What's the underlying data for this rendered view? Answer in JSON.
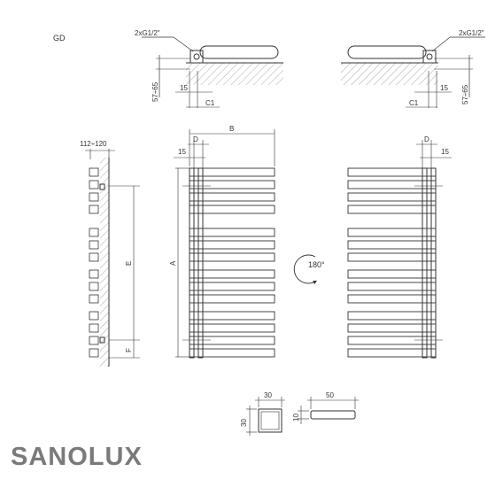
{
  "drawing": {
    "model": "GD",
    "top_left": {
      "connection": "2xG1/2\"",
      "height_dim": "57÷65",
      "offset_dim": "15",
      "c1_label": "C1"
    },
    "top_right": {
      "connection": "2xG1/2\"",
      "height_dim": "57÷65",
      "offset_dim": "15",
      "c1_label": "C1"
    },
    "side_view": {
      "wall_dim": "112÷120",
      "e_label": "E",
      "f_label": "F"
    },
    "front_view": {
      "b_label": "B",
      "d_label": "D",
      "offset_dim": "15",
      "a_label": "A"
    },
    "rotation": {
      "label": "180°"
    },
    "rear_view": {
      "d_label": "D",
      "offset_dim": "15"
    },
    "profile_square": {
      "width": "30",
      "height": "30"
    },
    "profile_flat": {
      "width": "50",
      "height": "10"
    }
  },
  "brand": {
    "logo_text": "SANOLUX"
  }
}
